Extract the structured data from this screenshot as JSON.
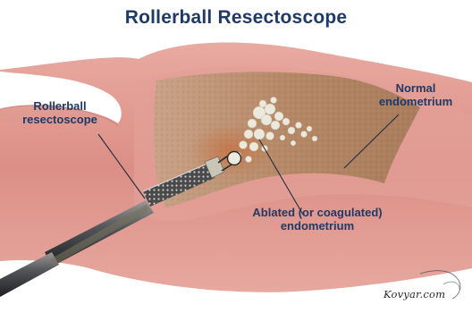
{
  "title": "Rollerball Resectoscope",
  "labels": {
    "rollerball": [
      "Rollerball",
      "resectoscope"
    ],
    "normal": [
      "Normal",
      "endometrium"
    ],
    "ablated": [
      "Ablated (or coagulated)",
      "endometrium"
    ]
  },
  "watermark": "Kovyar.com",
  "colors": {
    "label_text": "#1f3a66",
    "uterine_wall": "#dc9189",
    "endometrium": "#b88b6a",
    "instrument": "#b9b39b",
    "ablated_tissue": "#ece8dc"
  }
}
